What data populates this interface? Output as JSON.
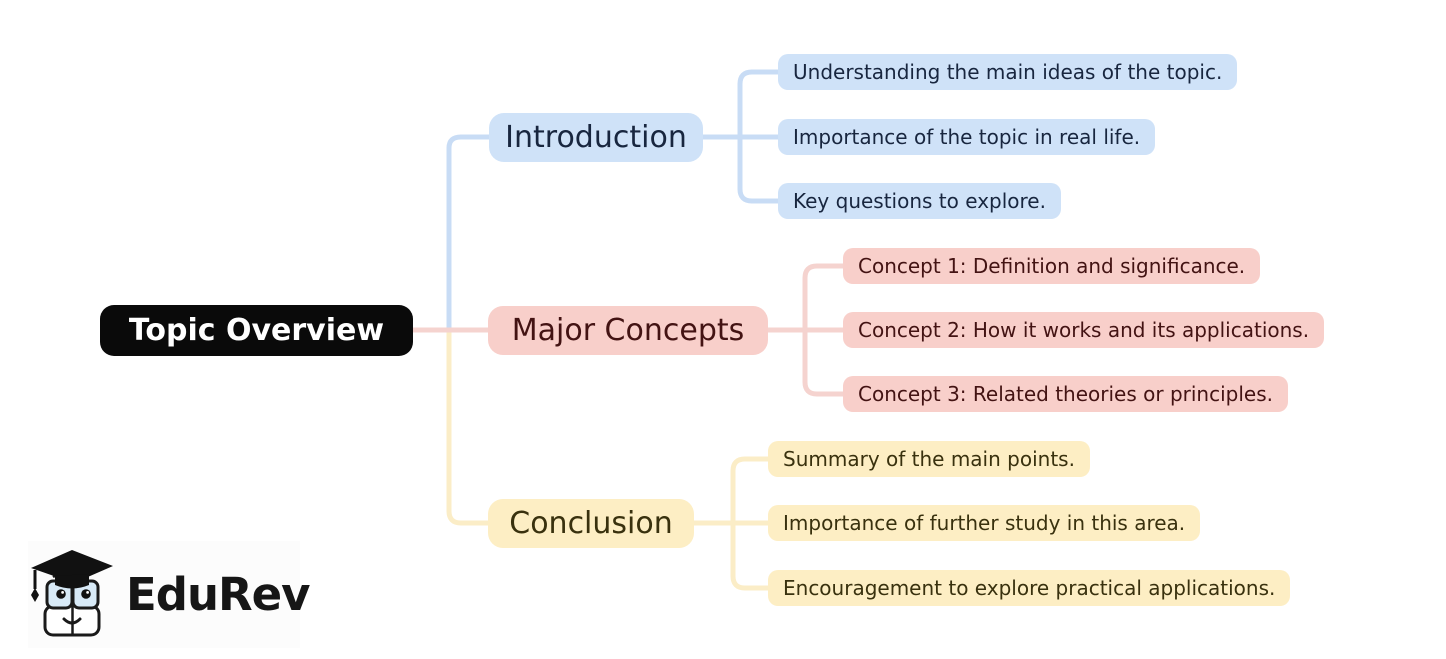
{
  "root": {
    "label": "Topic Overview",
    "bg": "#0a0a0a",
    "text_color": "#ffffff"
  },
  "branches": [
    {
      "label": "Introduction",
      "node_bg": "#cfe2f8",
      "line_color": "#c8dcf5",
      "text_color": "#18263f",
      "leaves": [
        "Understanding the main ideas of the topic.",
        "Importance of the topic in real life.",
        "Key questions to explore."
      ]
    },
    {
      "label": "Major Concepts",
      "node_bg": "#f8cfca",
      "line_color": "#f5d3cf",
      "text_color": "#431313",
      "leaves": [
        "Concept 1: Definition and significance.",
        "Concept 2: How it works and its applications.",
        "Concept 3: Related theories or principles."
      ]
    },
    {
      "label": "Conclusion",
      "node_bg": "#fdeec4",
      "line_color": "#fbedc7",
      "text_color": "#39310e",
      "leaves": [
        "Summary of the main points.",
        "Importance of further study in this area.",
        "Encouragement to explore practical applications."
      ]
    }
  ],
  "logo": {
    "wordmark": "EduRev"
  }
}
